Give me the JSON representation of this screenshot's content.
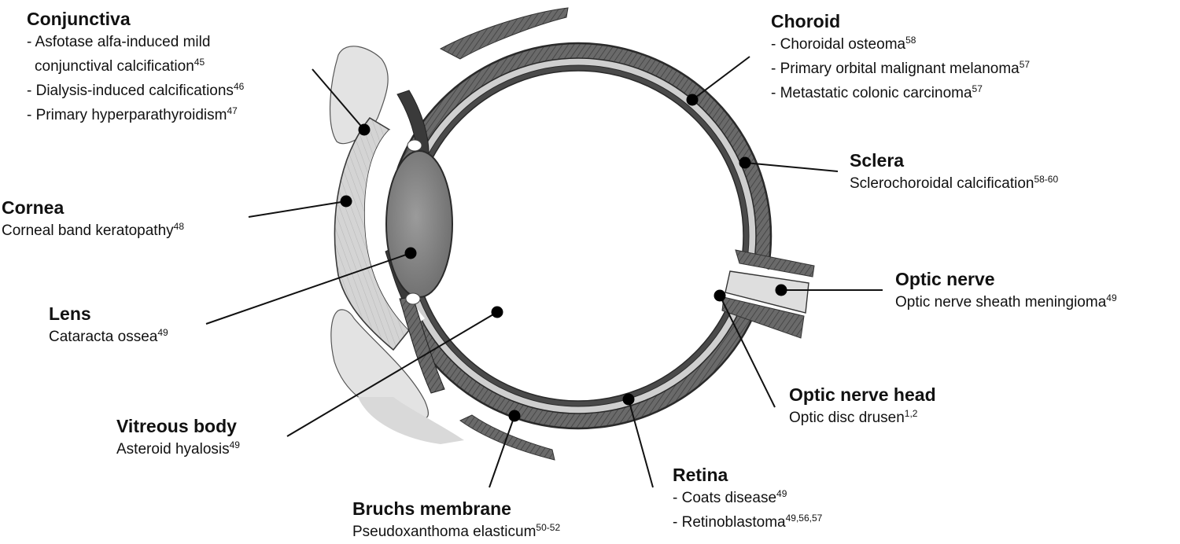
{
  "labels": {
    "conjunctiva": {
      "title": "Conjunctiva",
      "lines": [
        {
          "text": "- Asfotase alfa-induced mild",
          "ref": ""
        },
        {
          "text": "conjunctival calcification",
          "ref": "45"
        },
        {
          "text": "- Dialysis-induced calcifications",
          "ref": "46"
        },
        {
          "text": "- Primary hyperparathyroidism",
          "ref": "47"
        }
      ]
    },
    "cornea": {
      "title": "Cornea",
      "lines": [
        {
          "text": "Corneal band keratopathy",
          "ref": "48"
        }
      ]
    },
    "lens": {
      "title": "Lens",
      "lines": [
        {
          "text": "Cataracta ossea",
          "ref": "49"
        }
      ]
    },
    "vitreous": {
      "title": "Vitreous body",
      "lines": [
        {
          "text": "Asteroid hyalosis",
          "ref": "49"
        }
      ]
    },
    "bruchs": {
      "title": "Bruchs membrane",
      "lines": [
        {
          "text": "Pseudoxanthoma elasticum",
          "ref": "50-52"
        }
      ]
    },
    "retina": {
      "title": "Retina",
      "lines": [
        {
          "text": "- Coats disease",
          "ref": "49"
        },
        {
          "text": "- Retinoblastoma",
          "ref": "49,56,57"
        }
      ]
    },
    "optic_nerve_head": {
      "title": "Optic nerve head",
      "lines": [
        {
          "text": "Optic disc drusen",
          "ref": "1,2"
        }
      ]
    },
    "optic_nerve": {
      "title": "Optic nerve",
      "lines": [
        {
          "text": "Optic nerve sheath meningioma",
          "ref": "49"
        }
      ]
    },
    "sclera": {
      "title": "Sclera",
      "lines": [
        {
          "text": "Sclerochoroidal calcification",
          "ref": "58-60"
        }
      ]
    },
    "choroid": {
      "title": "Choroid",
      "lines": [
        {
          "text": "- Choroidal osteoma",
          "ref": "58"
        },
        {
          "text": "- Primary orbital malignant melanoma",
          "ref": "57"
        },
        {
          "text": "- Metastatic colonic carcinoma",
          "ref": "57"
        }
      ]
    }
  },
  "colors": {
    "outline": "#2a2a2a",
    "sclera_fill": "#5e5e5e",
    "tissue_light": "#d6d6d6",
    "lens_fill": "#8a8a8a"
  }
}
